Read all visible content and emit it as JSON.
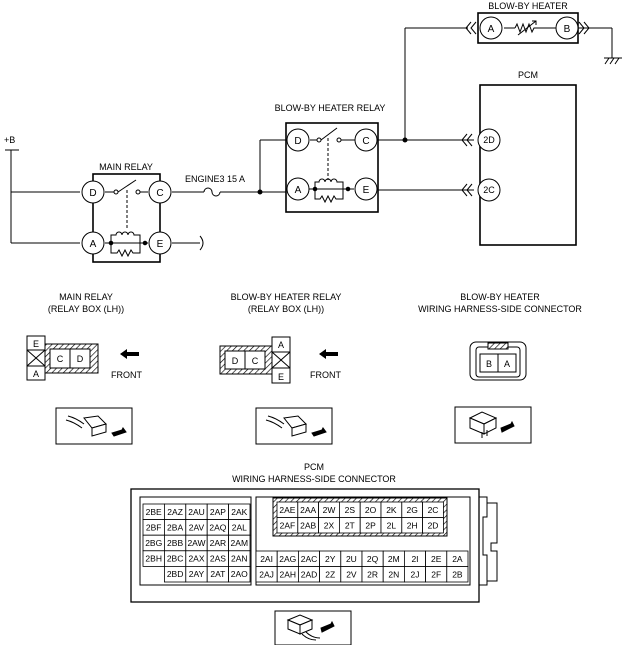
{
  "circuit": {
    "plus_b": "+B",
    "main_relay_title": "MAIN RELAY",
    "fuse_label": "ENGINE3 15 A",
    "bbh_relay_title": "BLOW-BY HEATER RELAY",
    "heater_title": "BLOW-BY HEATER",
    "pcm_title": "PCM",
    "terms": {
      "D": "D",
      "C": "C",
      "A": "A",
      "E": "E",
      "B": "B"
    },
    "pcm_pins": {
      "p2D": "2D",
      "p2C": "2C"
    }
  },
  "connectors": {
    "main_relay": {
      "line1": "MAIN RELAY",
      "line2": "(RELAY BOX (LH))"
    },
    "bbh_relay": {
      "line1": "BLOW-BY HEATER RELAY",
      "line2": "(RELAY BOX (LH))"
    },
    "heater_conn": {
      "line1": "BLOW-BY HEATER",
      "line2": "WIRING HARNESS-SIDE CONNECTOR"
    },
    "front_label": "FRONT",
    "pcm_conn": {
      "line1": "PCM",
      "line2": "WIRING HARNESS-SIDE CONNECTOR"
    },
    "pcm_left_rows": [
      [
        "2BE",
        "2AZ",
        "2AU",
        "2AP",
        "2AK"
      ],
      [
        "2BF",
        "2BA",
        "2AV",
        "2AQ",
        "2AL"
      ],
      [
        "2BG",
        "2BB",
        "2AW",
        "2AR",
        "2AM"
      ],
      [
        "2BH",
        "2BC",
        "2AX",
        "2AS",
        "2AN"
      ],
      [
        "",
        "2BD",
        "2AY",
        "2AT",
        "2AO"
      ]
    ],
    "pcm_hatched_rows": [
      [
        "2AE",
        "2AA",
        "2W",
        "2S",
        "2O",
        "2K",
        "2G",
        "2C"
      ],
      [
        "2AF",
        "2AB",
        "2X",
        "2T",
        "2P",
        "2L",
        "2H",
        "2D"
      ]
    ],
    "pcm_lower_rows": [
      [
        "2AI",
        "2AG",
        "2AC",
        "2Y",
        "2U",
        "2Q",
        "2M",
        "2I",
        "2E",
        "2A"
      ],
      [
        "2AJ",
        "2AH",
        "2AD",
        "2Z",
        "2V",
        "2R",
        "2N",
        "2J",
        "2F",
        "2B"
      ]
    ]
  }
}
